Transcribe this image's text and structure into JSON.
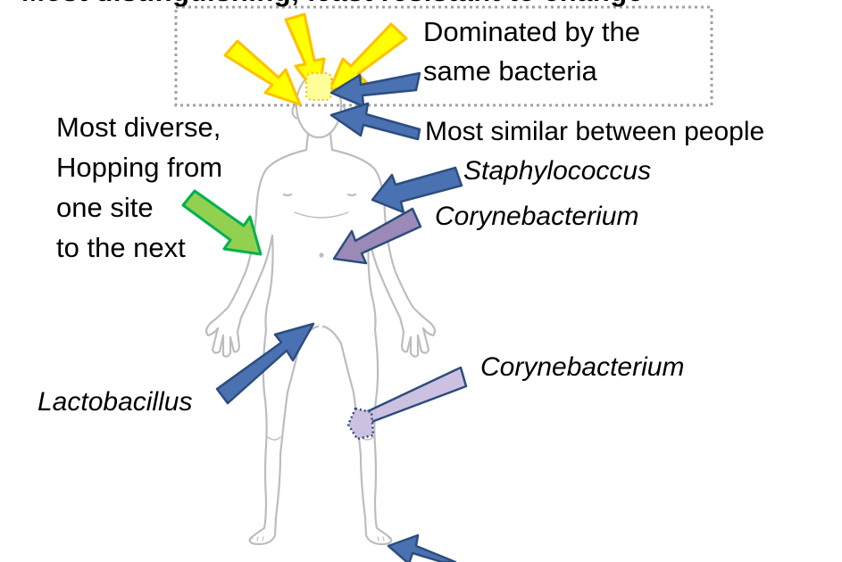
{
  "colors": {
    "yellow_fill": "#ffff00",
    "yellow_stroke": "#ffc000",
    "blue_fill": "#4a72b2",
    "blue_stroke": "#2c4d7e",
    "purple_fill": "#9b8ab8",
    "light_purple_fill": "#ccc1e0",
    "green_fill": "#92d050",
    "green_stroke": "#00b050",
    "box_border": "#a0a0a0",
    "body_outline": "#bdbdbd"
  },
  "labels": {
    "cut_title": "Most distinguishing, least resistant to change",
    "dominated": [
      "Dominated by the",
      "same bacteria"
    ],
    "most_diverse": [
      "Most diverse,",
      "Hopping from",
      "one site",
      "to the next"
    ],
    "most_similar": "Most similar between people",
    "staphylococcus": "Staphylococcus",
    "corynebacterium_upper": "Corynebacterium",
    "corynebacterium_lower": "Corynebacterium",
    "lactobacillus": "Lactobacillus"
  },
  "icons": {
    "figure": "human-body-outline-icon"
  }
}
